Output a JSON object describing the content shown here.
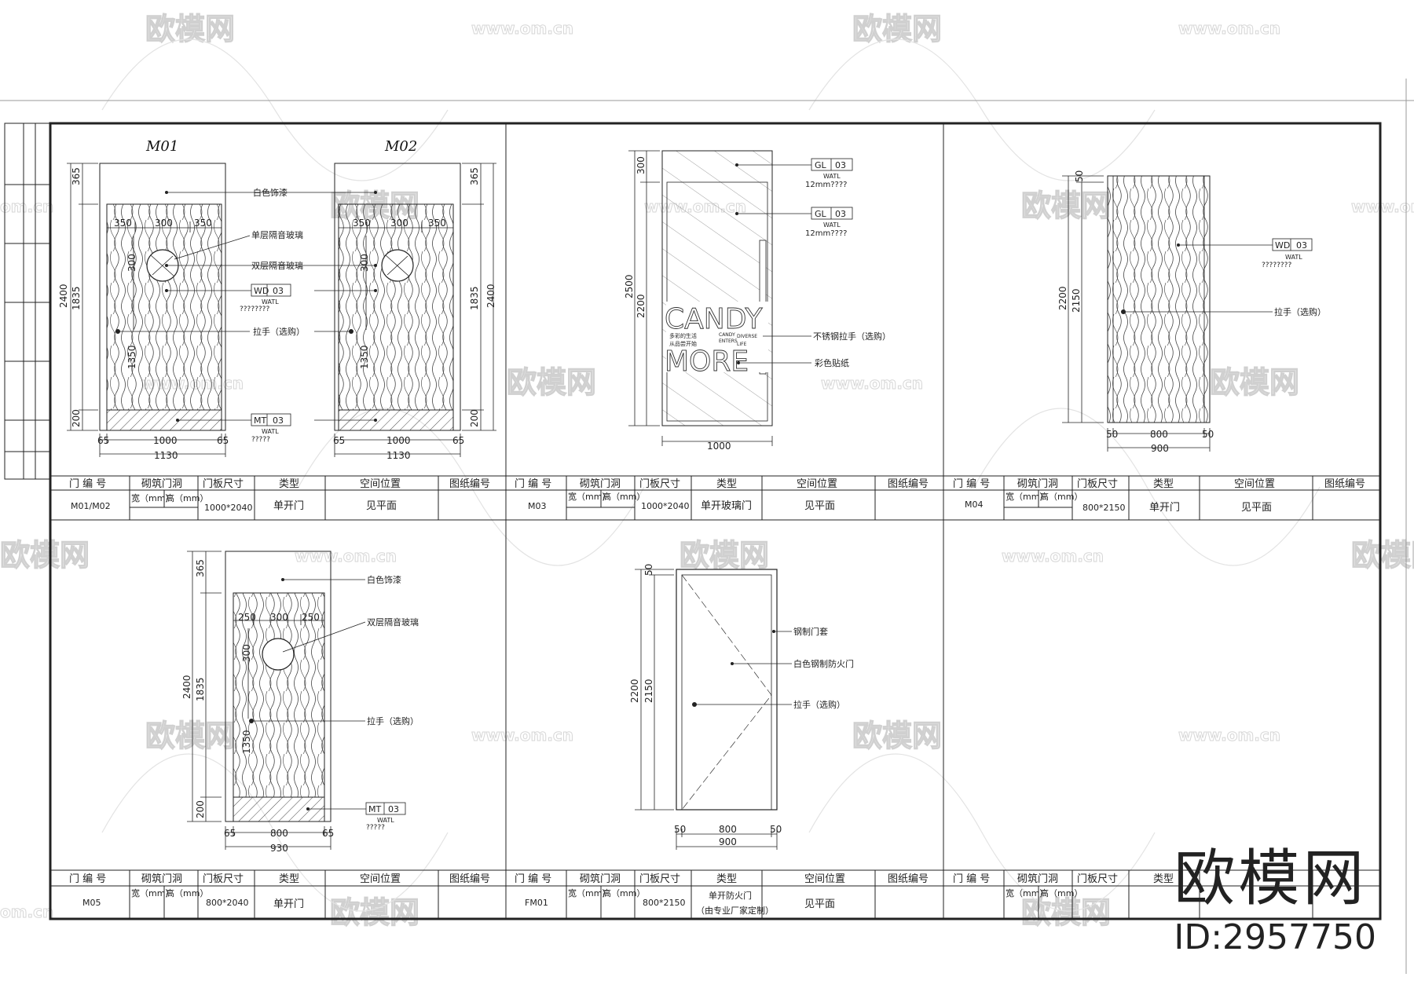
{
  "doors": {
    "m01_title": "M01",
    "m02_title": "M02",
    "m01": {
      "dims_left": [
        "365",
        "2400",
        "1835",
        "200"
      ],
      "dims_top": [
        "350",
        "300",
        "350"
      ],
      "dims_bottom": [
        "65",
        "1000",
        "65"
      ],
      "dim_total": "1130",
      "dim_vert_inner": [
        "300",
        "1350"
      ],
      "labels": [
        "白色饰漆",
        "单层隔音玻璃",
        "双层隔音玻璃",
        "拉手（选购）"
      ],
      "tag_wd": [
        "WD",
        "03"
      ],
      "tag_mt": [
        "MT",
        "03"
      ],
      "watl": "WATL",
      "q1": "????????",
      "q2": "?????"
    },
    "m03": {
      "dims_left": [
        "300",
        "2500",
        "2200"
      ],
      "dim_bottom": "1000",
      "tag_gl": [
        "GL",
        "03"
      ],
      "note_12": "12mm????",
      "labels": [
        "不锈钢拉手（选购）",
        "彩色贴纸"
      ],
      "candy": "CANDY",
      "more": "MORE",
      "small1": "多彩的生活",
      "small2": "从品尝开始",
      "small3": "CANDY",
      "small4": "ENTERS",
      "small5": "DIVERSE",
      "small6": "LIFE"
    },
    "m04": {
      "dims_left": [
        "50",
        "2200",
        "2150"
      ],
      "dims_bottom": [
        "50",
        "800",
        "50"
      ],
      "dim_total": "900",
      "tag_wd": [
        "WD",
        "03"
      ],
      "label": "拉手（选购）",
      "q": "????????"
    },
    "m05": {
      "dims_left": [
        "365",
        "2400",
        "1835",
        "200"
      ],
      "dims_top": [
        "250",
        "300",
        "250"
      ],
      "dims_bottom": [
        "65",
        "800",
        "65"
      ],
      "dim_total": "930",
      "dim_vert_inner": [
        "300",
        "1350"
      ],
      "labels": [
        "白色饰漆",
        "双层隔音玻璃",
        "拉手（选购）"
      ],
      "tag_mt": [
        "MT",
        "03"
      ],
      "q": "?????"
    },
    "fm01": {
      "dims_left": [
        "50",
        "2200",
        "2150"
      ],
      "dims_bottom": [
        "50",
        "800",
        "50"
      ],
      "dim_total": "900",
      "labels": [
        "钢制门套",
        "白色钢制防火门",
        "拉手（选购）"
      ]
    }
  },
  "table": {
    "headers": [
      "门 编 号",
      "砌筑门洞",
      "门板尺寸",
      "类型",
      "空间位置",
      "图纸编号"
    ],
    "sub": [
      "宽（mm）",
      "高（mm）"
    ],
    "rows": {
      "m01": [
        "M01/M02",
        "1000*2040",
        "单开门",
        "见平面"
      ],
      "m03": [
        "M03",
        "1000*2040",
        "单开玻璃门",
        "见平面"
      ],
      "m04": [
        "M04",
        "800*2150",
        "单开门",
        "见平面"
      ],
      "m05": [
        "M05",
        "800*2040",
        "单开门"
      ],
      "fm01": [
        "FM01",
        "800*2150",
        "单开防火门",
        "（由专业厂家定制）",
        "见平面"
      ]
    }
  },
  "watermark": {
    "brand": "欧模网",
    "url": "www.om.cn",
    "url_short": "om.cn"
  },
  "brand": {
    "name": "欧模网",
    "id": "ID:2957750"
  }
}
